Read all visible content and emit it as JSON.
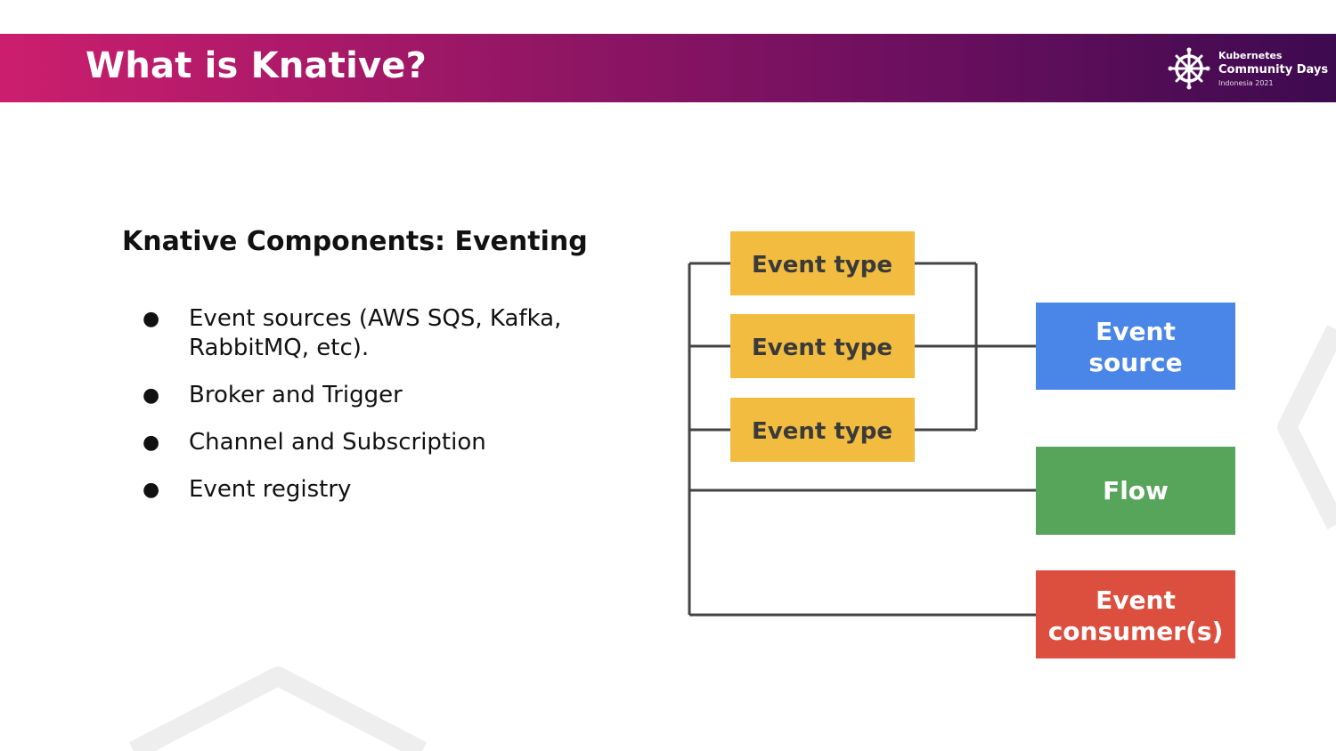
{
  "header": {
    "title": "What is Knative?",
    "gradient": [
      "#cc1e6e",
      "#3d0a50"
    ],
    "logo": {
      "icon": "kubernetes-wheel-icon",
      "line1": "Kubernetes",
      "line2": "Community Days",
      "line3": "Indonesia 2021"
    }
  },
  "content": {
    "subtitle": "Knative Components: Eventing",
    "bullets": [
      "Event sources (AWS SQS, Kafka, RabbitMQ, etc).",
      "Broker and Trigger",
      "Channel and Subscription",
      "Event registry"
    ]
  },
  "diagram": {
    "event_types": [
      "Event type",
      "Event type",
      "Event type"
    ],
    "event_source": {
      "line1": "Event",
      "line2": "source"
    },
    "flow": "Flow",
    "event_consumers": {
      "line1": "Event",
      "line2": "consumer(s)"
    },
    "colors": {
      "event_type": "#f1bc40",
      "event_source": "#4a86e8",
      "flow": "#57a55a",
      "event_consumers": "#dc4f3f",
      "connector": "#444444"
    }
  }
}
